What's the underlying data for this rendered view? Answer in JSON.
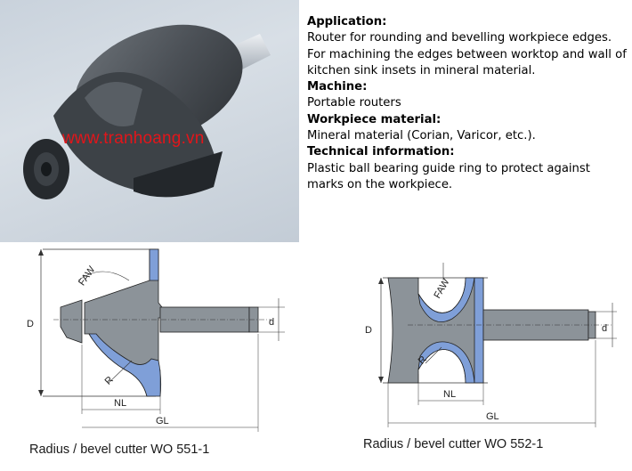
{
  "watermark": "www.tranhoang.vn",
  "info": {
    "application_heading": "Application:",
    "application_text": "Router for rounding and bevelling workpiece edges. For machining the edges between worktop and wall of kitchen sink insets in mineral material.",
    "machine_heading": "Machine:",
    "machine_text": "Portable routers",
    "material_heading": "Workpiece material:",
    "material_text": "Mineral material (Corian, Varicor, etc.).",
    "technical_heading": "Technical information:",
    "technical_text": "Plastic ball bearing guide ring to protect against marks on the workpiece."
  },
  "diagram1": {
    "caption": "Radius / bevel cutter WO 551-1",
    "labels": {
      "faw": "FAW",
      "d_big": "D",
      "d_small": "d",
      "r": "R",
      "nl": "NL",
      "gl": "GL"
    }
  },
  "diagram2": {
    "caption": "Radius / bevel cutter WO 552-1",
    "labels": {
      "faw": "FAW",
      "d_big": "D",
      "d_small": "d",
      "r": "R",
      "nl": "NL",
      "gl": "GL"
    }
  },
  "colors": {
    "body_gray": "#8e959b",
    "carbide_blue": "#7f9fd8",
    "watermark_red": "#e3151a"
  }
}
